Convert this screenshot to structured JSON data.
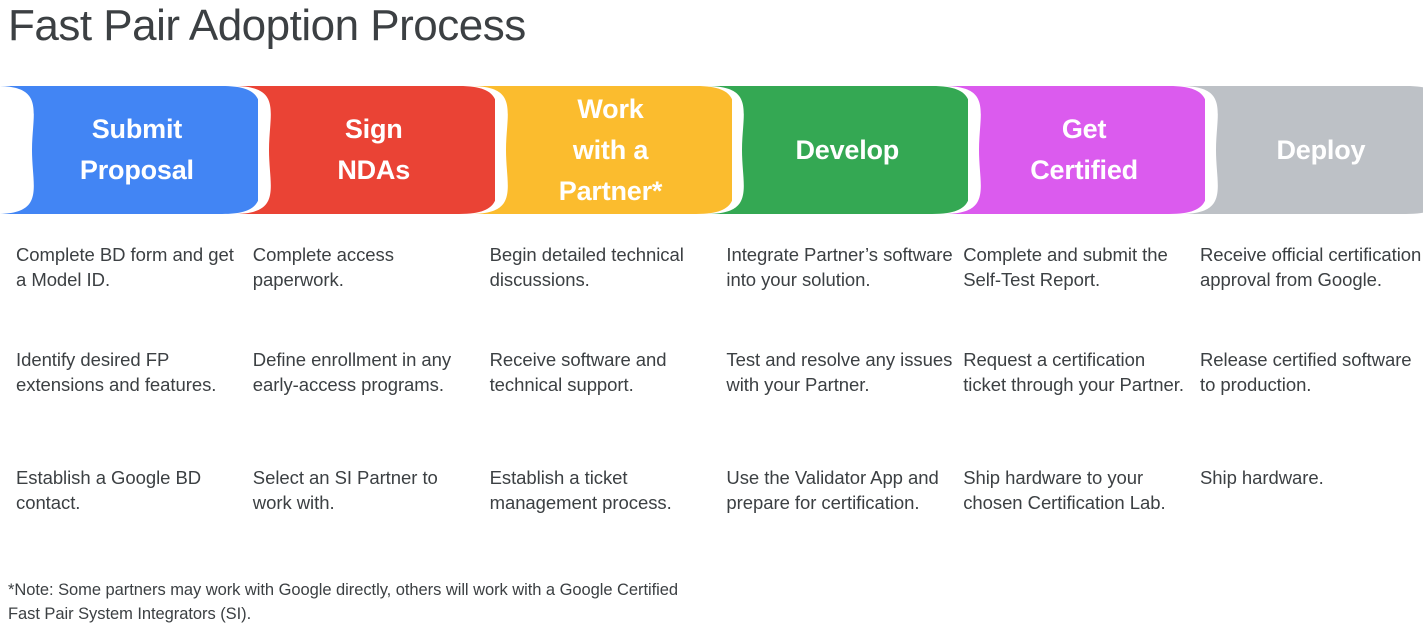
{
  "page": {
    "title": "Fast Pair Adoption Process",
    "background_color": "#ffffff",
    "text_color": "#3c4043"
  },
  "stages": [
    {
      "id": "submit-proposal",
      "label_lines": [
        "Submit",
        "Proposal"
      ],
      "color": "#4285F4",
      "label_color": "#ffffff",
      "bullets": [
        "Complete BD form and get a Model ID.",
        "Identify desired FP extensions and features.",
        "Establish a Google BD contact."
      ]
    },
    {
      "id": "sign-ndas",
      "label_lines": [
        "Sign",
        "NDAs"
      ],
      "color": "#EA4335",
      "label_color": "#ffffff",
      "bullets": [
        "Complete access paperwork.",
        "Define enrollment in any early-access programs.",
        "Select an SI Partner to work with."
      ]
    },
    {
      "id": "work-with-a-partner",
      "label_lines": [
        "Work",
        "with a",
        "Partner*"
      ],
      "color": "#FBBC2E",
      "label_color": "#ffffff",
      "bullets": [
        "Begin detailed technical discussions.",
        "Receive software and technical support.",
        "Establish a ticket management process."
      ]
    },
    {
      "id": "develop",
      "label_lines": [
        "Develop"
      ],
      "color": "#34A853",
      "label_color": "#ffffff",
      "bullets": [
        "Integrate Partner’s software into your solution.",
        "Test and resolve any issues with your Partner.",
        "Use the Validator App and prepare for certification."
      ]
    },
    {
      "id": "get-certified",
      "label_lines": [
        "Get",
        "Certified"
      ],
      "color": "#DB5BEE",
      "label_color": "#ffffff",
      "bullets": [
        "Complete and submit the Self-Test Report.",
        "Request a certification ticket through your Partner.",
        "Ship hardware to your chosen Certification Lab."
      ]
    },
    {
      "id": "deploy",
      "label_lines": [
        "Deploy"
      ],
      "color": "#BDC1C6",
      "label_color": "#ffffff",
      "bullets": [
        "Receive official certification approval from Google.",
        "Release certified software to production.",
        "Ship hardware."
      ]
    }
  ],
  "footnote": "*Note: Some partners may work with Google directly, others will work with a Google Certified Fast Pair System Integrators (SI)."
}
